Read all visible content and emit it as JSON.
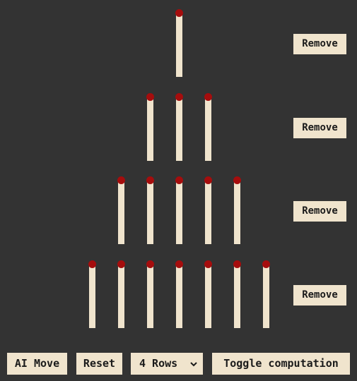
{
  "game": {
    "rows": [
      {
        "matches": 1,
        "remove_label": "Remove"
      },
      {
        "matches": 3,
        "remove_label": "Remove"
      },
      {
        "matches": 5,
        "remove_label": "Remove"
      },
      {
        "matches": 7,
        "remove_label": "Remove"
      }
    ]
  },
  "controls": {
    "ai_move_label": "AI Move",
    "reset_label": "Reset",
    "rows_select_value": "4 Rows",
    "toggle_label": "Toggle computation"
  },
  "colors": {
    "background": "#333333",
    "match_stick": "#f0e4cd",
    "match_head": "#a50d0d",
    "button_bg": "#f0e4cd"
  }
}
